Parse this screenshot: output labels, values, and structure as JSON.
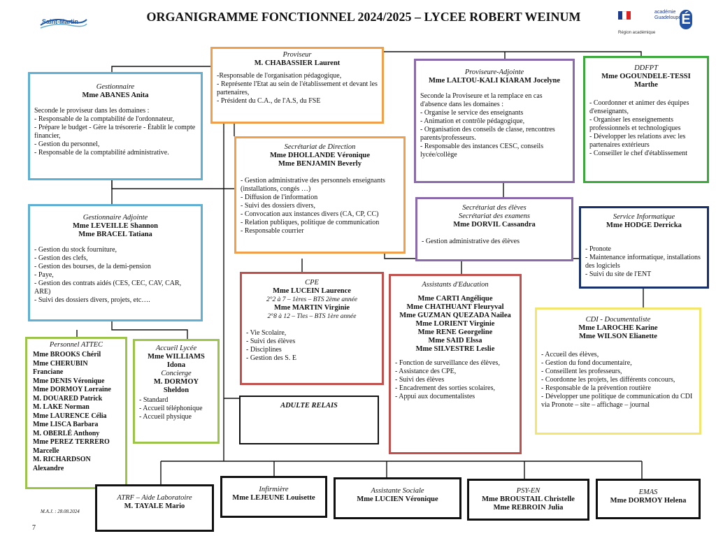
{
  "header": {
    "title": "ORGANIGRAMME FONCTIONNEL 2024/2025 – LYCEE ROBERT WEINUM",
    "logo_left": "Saint-Martin",
    "logo_right_line1": "académie",
    "logo_right_line2": "Guadeloupe",
    "logo_right_sub": "Région académique",
    "logo_letter": "É"
  },
  "footer": {
    "maj": "M.A.J. : 28.08.2024",
    "page": "7"
  },
  "colors": {
    "orange": "#f0a04b",
    "blue": "#5fb0d3",
    "purple": "#8a6aab",
    "green": "#3aa83a",
    "navy": "#17306b",
    "red": "#c0504d",
    "yellow": "#f3e66e",
    "lightgreen": "#9cc34a",
    "black": "#111111"
  },
  "proviseur": {
    "role": "Proviseur",
    "name": "M. CHABASSIER Laurent",
    "items": [
      "-Responsable de l'organisation pédagogique,",
      "- Représente l'Etat au sein de l'établissement et devant les partenaires,",
      "- Président du C.A., de l'A.S, du FSE"
    ]
  },
  "gestionnaire": {
    "role": "Gestionnaire",
    "name": "Mme ABANES Anita",
    "intro": "Seconde le proviseur dans les domaines :",
    "items": [
      "- Responsable de la comptabilité de l'ordonnateur,",
      "- Prépare le budget - Gère la trésorerie - Établit le compte financier,",
      "- Gestion du personnel,",
      "- Responsable de la comptabilité administrative."
    ]
  },
  "proviseur_adjointe": {
    "role": "Proviseure-Adjointe",
    "name": "Mme LALTOU-KALI KIARAM Jocelyne",
    "intro": "Seconde la Proviseure et la remplace en cas d'absence dans les domaines :",
    "items": [
      "- Organise le service des enseignants",
      "- Animation et contrôle pédagogique,",
      "- Organisation des conseils de classe, rencontres parents/professeurs.",
      "- Responsable des instances CESC, conseils lycée/collège"
    ]
  },
  "ddfpt": {
    "role": "DDFPT",
    "name": "Mme OGOUNDELE-TESSI Marthe",
    "items": [
      "- Coordonner et animer des équipes d'enseignants,",
      "- Organiser les enseignements professionnels et technologiques",
      "- Développer les relations avec les partenaires extérieurs",
      "- Conseiller le chef d'établissement"
    ]
  },
  "secretariat_direction": {
    "role": "Secrétariat de Direction",
    "name1": "Mme DHOLLANDE Véronique",
    "name2": "Mme BENJAMIN Beverly",
    "items": [
      "- Gestion administrative des personnels enseignants (installations, congés …)",
      "- Diffusion de l'information",
      "- Suivi des dossiers divers,",
      "- Convocation aux instances divers (CA, CP, CC)",
      "- Relation publiques, politique de communication",
      "- Responsable courrier"
    ]
  },
  "gestionnaire_adjointe": {
    "role": "Gestionnaire Adjointe",
    "name1": "Mme LEVEILLE Shannon",
    "name2": "Mme BRACEL Tatiana",
    "items": [
      "- Gestion du stock fourniture,",
      "- Gestion des clefs,",
      "- Gestion des bourses, de la demi-pension",
      "- Paye,",
      "- Gestion des contrats aidés (CES, CEC, CAV, CAR, ARE)",
      "- Suivi des dossiers divers, projets, etc…."
    ]
  },
  "secretariat_eleves": {
    "role1": "Secrétariat des élèves",
    "role2": "Secrétariat des examens",
    "name": "Mme DORVIL Cassandra",
    "items": [
      "- Gestion administrative des élèves"
    ]
  },
  "service_informatique": {
    "role": "Service Informatique",
    "name": "Mme HODGE Derricka",
    "items": [
      "- Pronote",
      "- Maintenance informatique, installations des logiciels",
      "- Suivi du site de l'ENT"
    ]
  },
  "cpe": {
    "role": "CPE",
    "name1": "Mme LUCEIN Laurence",
    "classes1": "2°2 à 7 – 1ères – BTS 2ème année",
    "name2": "Mme MARTIN Virginie",
    "classes2": "2°8 à 12 – Tles – BTS 1ère année",
    "items": [
      "- Vie Scolaire,",
      "- Suivi des élèves",
      "- Disciplines",
      "- Gestion des S. E"
    ]
  },
  "assistants": {
    "role": "Assistants d'Education",
    "names": [
      "Mme CARTI Angélique",
      "Mme CHATHUANT Fleuryval",
      "Mme GUZMAN QUEZADA Nailea",
      "Mme LORIENT Virginie",
      "Mme RENE Georgeline",
      "Mme SAID Elssa",
      "Mme SILVESTRE Leslie"
    ],
    "items": [
      "- Fonction de surveillance des élèves,",
      "- Assistance des CPE,",
      "- Suivi des élèves",
      "- Encadrement des sorties scolaires,",
      "- Appui aux documentalistes"
    ]
  },
  "cdi": {
    "role": "CDI - Documentaliste",
    "name1": "Mme LAROCHE Karine",
    "name2": "Mme WILSON Elianette",
    "items": [
      "- Accueil des élèves,",
      "- Gestion du fond documentaire,",
      "- Conseillent les professeurs,",
      "- Coordonne les projets, les différents concours,",
      "- Responsable de la prévention routière",
      "- Développer une politique de communication du CDI via Pronote – site – affichage – journal"
    ]
  },
  "personnel_attec": {
    "role": "Personnel ATTEC",
    "names": [
      "Mme BROOKS Chéril",
      "Mme CHERUBIN",
      "Franciane",
      "Mme DENIS Véronique",
      "Mme DORMOY Lorraine",
      "M. DOUARED Patrick",
      "M. LAKE Norman",
      "Mme LAURENCE Célia",
      "Mme LISCA Barbara",
      "M. OBERLÉ Anthony",
      "Mme PEREZ TERRERO",
      "Marcelle",
      "M. RICHARDSON",
      "Alexandre"
    ]
  },
  "accueil": {
    "role": "Accueil Lycée",
    "name": "Mme WILLIAMS",
    "name_b": "Idona",
    "role2": "Concierge",
    "name2": "M. DORMOY",
    "name2_b": "Sheldon",
    "items": [
      "- Standard",
      "- Accueil téléphonique",
      "- Accueil physique"
    ]
  },
  "adulte_relais": {
    "role": "ADULTE RELAIS"
  },
  "atrf": {
    "role": "ATRF – Aide Laboratoire",
    "name": "M. TAYALE Mario"
  },
  "infirmiere": {
    "role": "Infirmière",
    "name": "Mme LEJEUNE Louisette"
  },
  "assistante_sociale": {
    "role": "Assistante Sociale",
    "name": "Mme LUCIEN Véronique"
  },
  "psy_en": {
    "role": "PSY-EN",
    "name1": "Mme BROUSTAIL Christelle",
    "name2": "Mme REBROIN Julia"
  },
  "emas": {
    "role": "EMAS",
    "name": "Mme DORMOY Helena"
  }
}
